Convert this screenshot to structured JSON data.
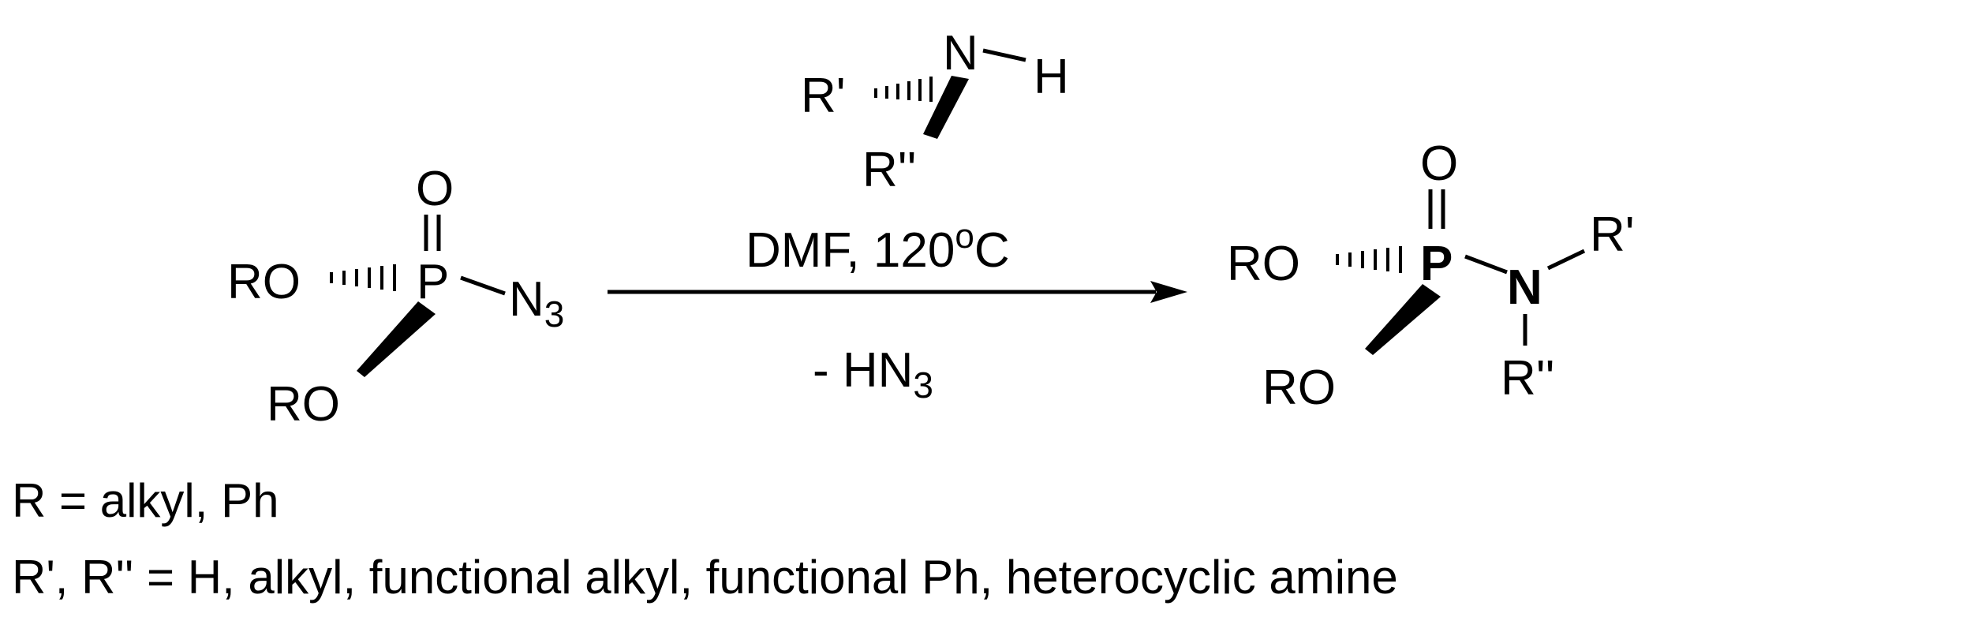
{
  "reactant": {
    "o_top": "O",
    "ro_left": "RO",
    "p": "P",
    "n": "N",
    "n_sub": "3",
    "ro_bottom": "RO"
  },
  "reagent": {
    "r_prime": "R'",
    "n": "N",
    "h": "H",
    "r_double_prime": "R''"
  },
  "conditions": {
    "solvent": "DMF, 120",
    "degree": "o",
    "unit": "C",
    "byproduct_prefix": "- HN",
    "byproduct_sub": "3"
  },
  "product": {
    "o_top": "O",
    "ro_left": "RO",
    "p": "P",
    "n": "N",
    "r_prime": "R'",
    "r_double_prime": "R''",
    "ro_bottom": "RO"
  },
  "notes": {
    "line1": "R = alkyl, Ph",
    "line2": "R', R'' = H, alkyl, functional alkyl, functional Ph, heterocyclic amine"
  }
}
